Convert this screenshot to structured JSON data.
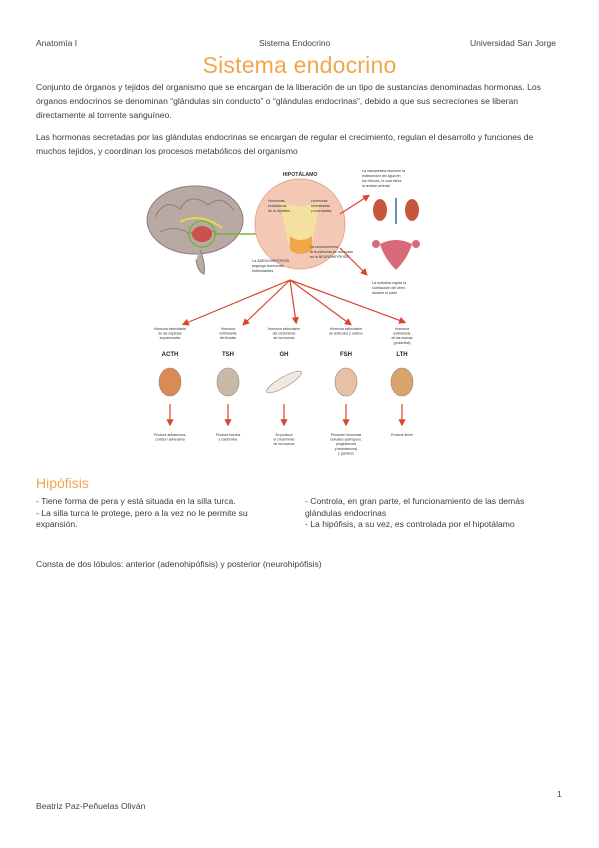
{
  "header": {
    "left": "Anatomía I",
    "center": "Sistema Endocrino",
    "right": "Universidad San Jorge"
  },
  "title": "Sistema endocrino",
  "intro": [
    "Conjunto de órganos y tejidos del organismo que se encargan de la liberación de un tipo de sustancias denominadas hormonas. Los órganos endocrinos se denominan “glándulas sin conducto” o “glándulas endocrinas”, debido a que sus secreciones se liberan directamente al torrente sanguíneo.",
    "Las hormonas secretadas por las glándulas endocrinas se encargan de regular el crecimiento, regulan el desarrollo y funciones de muchos tejidos, y coordinan los procesos metabólicos del organismo"
  ],
  "figure": {
    "hypothalamus": "HIPOTÁLAMO",
    "top_left_text": [
      "Hormonas",
      "excitadoras",
      "de la hipófisis"
    ],
    "top_right_text": [
      "Hormonas",
      "sintetizadas",
      "y excretadas"
    ],
    "adeno_label": [
      "La ADENOHIPÓFISIS",
      "segrega hormonas",
      "estimulantes"
    ],
    "neuro_label": [
      "La neurohormona",
      "la la oxitocina se acumulan",
      "en la NEUROHIPÓFISIS"
    ],
    "right_top": [
      "La vasopresina favorece la",
      "reabsorción del agua en",
      "los riñones, lo cual eleva",
      "la tensión arterial."
    ],
    "right_bottom": [
      "La oxitocina regula la",
      "contracción del útero",
      "durante el parto"
    ],
    "hormones": [
      {
        "desc": [
          "Hormona estimulante",
          "de las cápsulas",
          "suprarrenales"
        ],
        "code": "ACTH",
        "effect": [
          "Produce aldosterona,",
          "cortisol i adrenalina"
        ]
      },
      {
        "desc": [
          "Hormona",
          "estimulante",
          "del tiroides"
        ],
        "code": "TSH",
        "effect": [
          "Produce tiroxina",
          "y calcitonina"
        ]
      },
      {
        "desc": [
          "Hormona estimulante",
          "del crecimiento",
          "de los huesos"
        ],
        "code": "GH",
        "effect": [
          "Se produce",
          "el crecimiento",
          "de los huesos"
        ]
      },
      {
        "desc": [
          "Hormona estimulante",
          "de testículos y ovarios"
        ],
        "code": "FSH",
        "effect": [
          "Producen hormonas",
          "sexuales (estrógeno,",
          "progesterona",
          "y testosterona)",
          "y gametos"
        ]
      },
      {
        "desc": [
          "Hormona",
          "estimulante",
          "de las mamas",
          "(prolactina)"
        ],
        "code": "LTH",
        "effect": [
          "Produce leche"
        ]
      }
    ]
  },
  "section_title": "Hipófisis",
  "left_bullets": [
    "- Tiene forma de pera y está situada en la silla turca.",
    "- La silla turca le protege, pero a la vez no le permite su expansión."
  ],
  "right_bullets": [
    "- Controla, en gran parte, el funcionamiento de las demás glándulas endocrinas",
    "- La hipófisis, a su vez, es controlada por el hipotálamo"
  ],
  "lobes": "Consta de dos lóbulos: anterior (adenohipófisis) y posterior (neurohipófisis)",
  "footer": {
    "author": "Beatriz Paz-Peñuelas Oliván",
    "page": "1"
  }
}
